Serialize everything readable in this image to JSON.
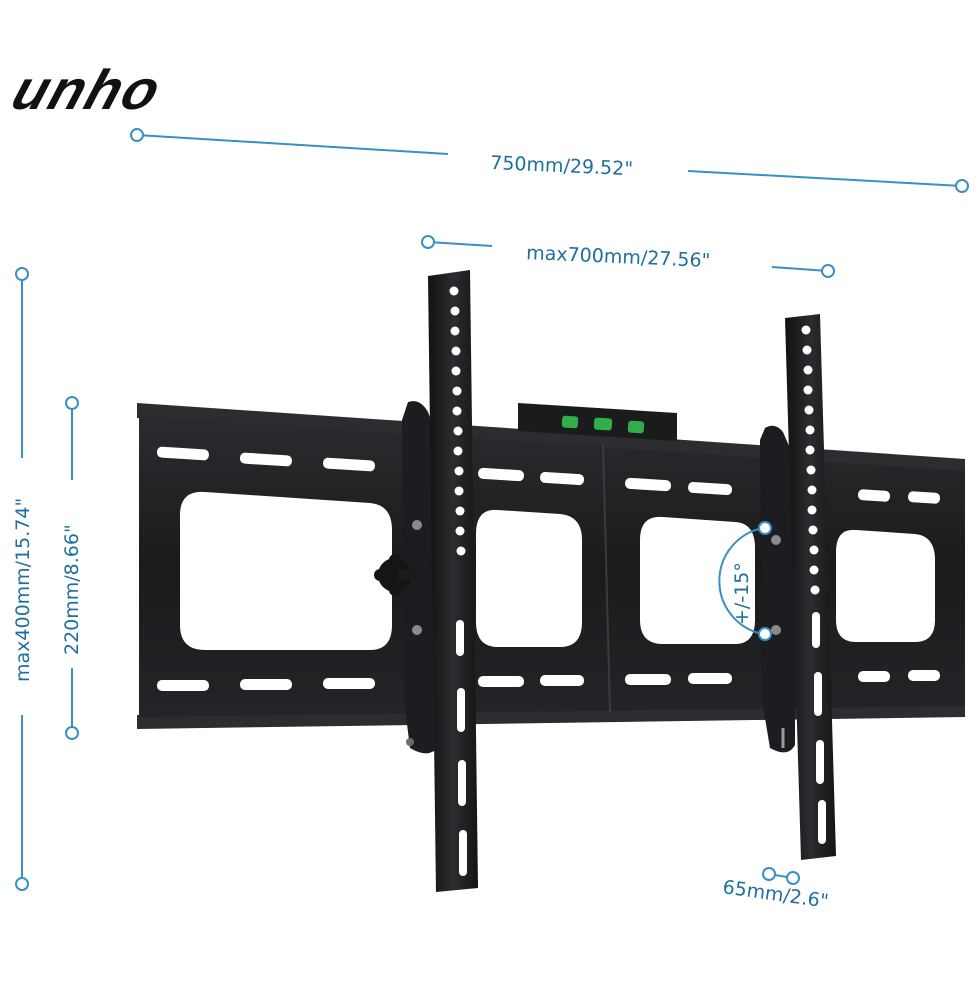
{
  "brand": {
    "logo_text": "unho"
  },
  "dimensions": {
    "overall_width": "750mm/29.52\"",
    "vesa_width": "max700mm/27.56\"",
    "vesa_height": "max400mm/15.74\"",
    "bracket_height": "220mm/8.66\"",
    "tilt": "+/-15°",
    "wall_depth": "65mm/2.6\""
  },
  "colors": {
    "dimension": "#1e6f9f",
    "mount": "#1b1c1e",
    "level": "#2fae4a"
  }
}
